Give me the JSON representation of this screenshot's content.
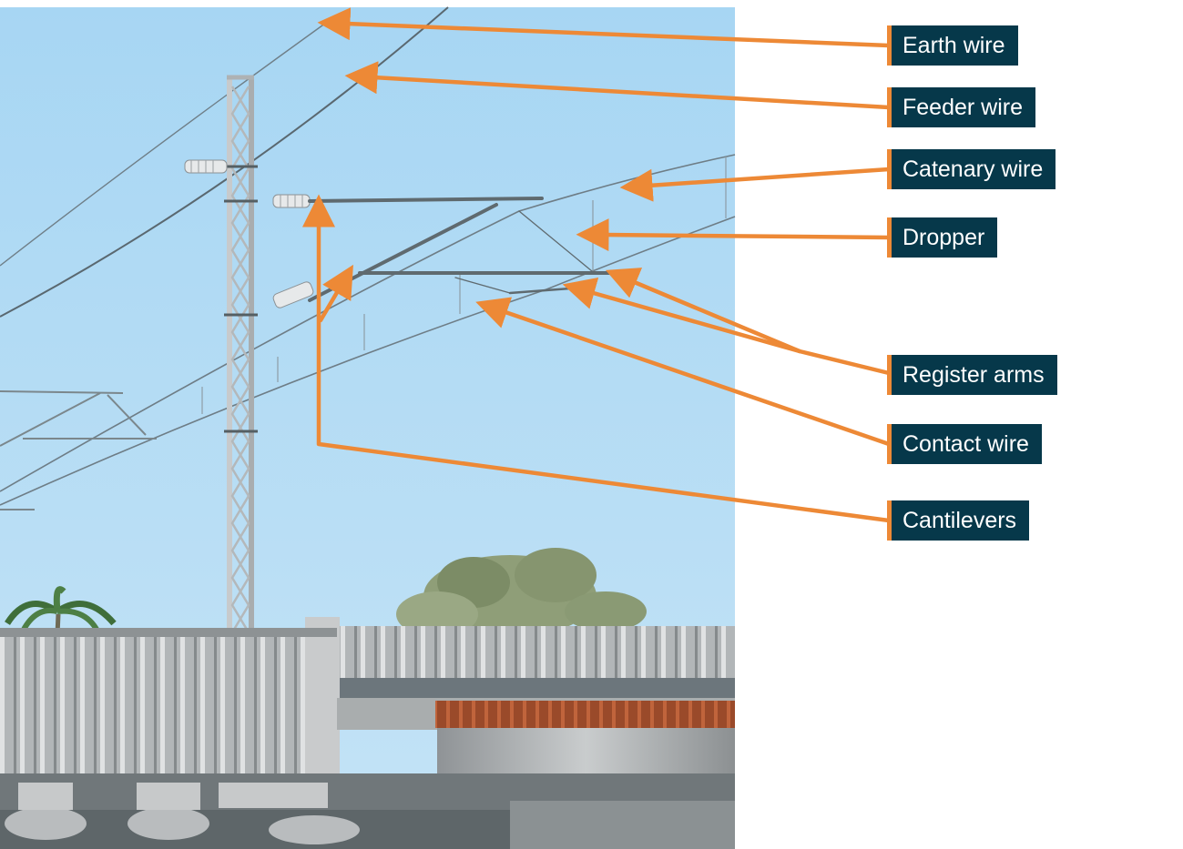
{
  "labels": {
    "earth_wire": "Earth wire",
    "feeder_wire": "Feeder wire",
    "catenary_wire": "Catenary wire",
    "dropper": "Dropper",
    "register_arms": "Register arms",
    "contact_wire": "Contact wire",
    "cantilevers": "Cantilevers"
  },
  "colors": {
    "arrow": "#ed8936",
    "label_bg": "#06384a",
    "label_text": "#ffffff",
    "sky": "#b3dcf4",
    "steel": "#b9bcbe"
  }
}
